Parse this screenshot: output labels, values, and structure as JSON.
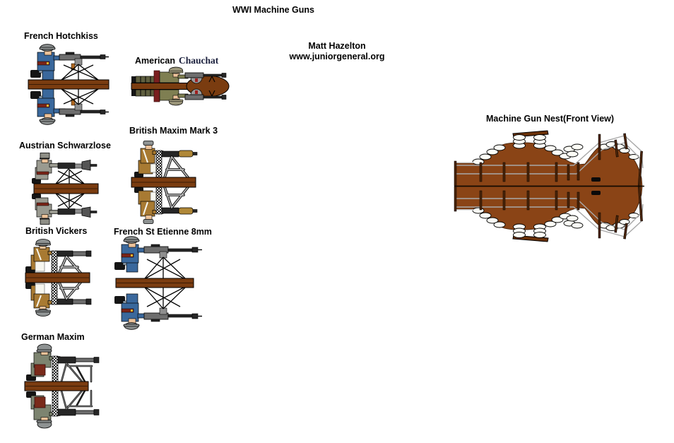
{
  "page": {
    "title": "WWI Machine Guns",
    "credit": {
      "author": "Matt Hazelton",
      "website": "www.juniorgeneral.org"
    }
  },
  "figures": {
    "french_hotchkiss": {
      "label": "French Hotchkiss"
    },
    "american_chauchat": {
      "label_sans": "American",
      "label_serif": "Chauchat"
    },
    "british_maxim": {
      "label": "British Maxim Mark 3"
    },
    "austrian_schwarzlose": {
      "label": "Austrian Schwarzlose"
    },
    "british_vickers": {
      "label": "British Vickers"
    },
    "french_st_etienne": {
      "label": "French St Etienne 8mm"
    },
    "german_maxim": {
      "label": "German Maxim"
    },
    "machine_gun_nest": {
      "label": "Machine Gun Nest(Front View)"
    }
  },
  "colors": {
    "background": "#ffffff",
    "text": "#000000",
    "chauchat_label": "#1a1f3c",
    "wood_base": "#7a3c10",
    "nest_earth": "#8a4416",
    "french_blue": "#3a689c",
    "british_khaki": "#a87a32",
    "german_field_gray": "#7d8470",
    "austrian_gray": "#9a9a90",
    "american_olive": "#7f7f52",
    "helmet_gray": "#8e9292",
    "skin": "#edc39a",
    "sandbag": "#fcfcf6",
    "wire_gray": "#a8a8a8"
  }
}
